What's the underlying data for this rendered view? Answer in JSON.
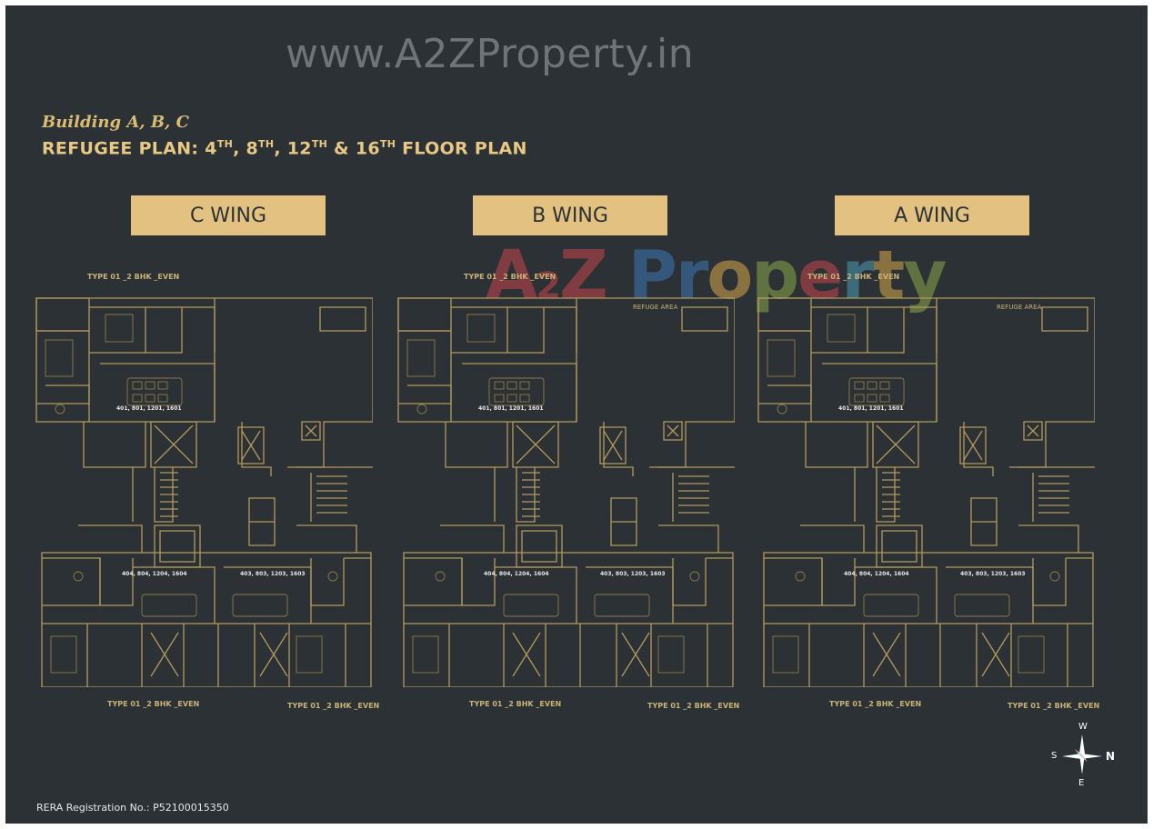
{
  "watermark": {
    "url": "www.A2ZProperty.in",
    "logo": "A2Z Property"
  },
  "header": {
    "subtitle": "Building A, B, C",
    "title_prefix": "REFUGEE PLAN: 4",
    "sup": "TH",
    "comma": ", 8",
    "comma2": ", 12",
    "and": " & 16",
    "title_suffix": " FLOOR PLAN"
  },
  "wings": [
    {
      "label": "C WING"
    },
    {
      "label": "B WING"
    },
    {
      "label": "A WING"
    }
  ],
  "plans": {
    "type_label": "TYPE 01 _2 BHK _EVEN",
    "refuge_label": "REFUGE AREA",
    "units": {
      "top": "401, 801, 1201, 1601",
      "left": "404, 804, 1204, 1604",
      "right": "403, 803, 1203, 1603",
      "right_b": "403, 803, 1203, 1603"
    }
  },
  "footer": {
    "rera": "RERA Registration No.: P52100015350"
  },
  "compass": {
    "w": "W",
    "s": "S",
    "n": "N",
    "e": "E"
  },
  "colors": {
    "background": "#2b3134",
    "gold": "#c9b275",
    "wing_badge": "#e2c181"
  }
}
